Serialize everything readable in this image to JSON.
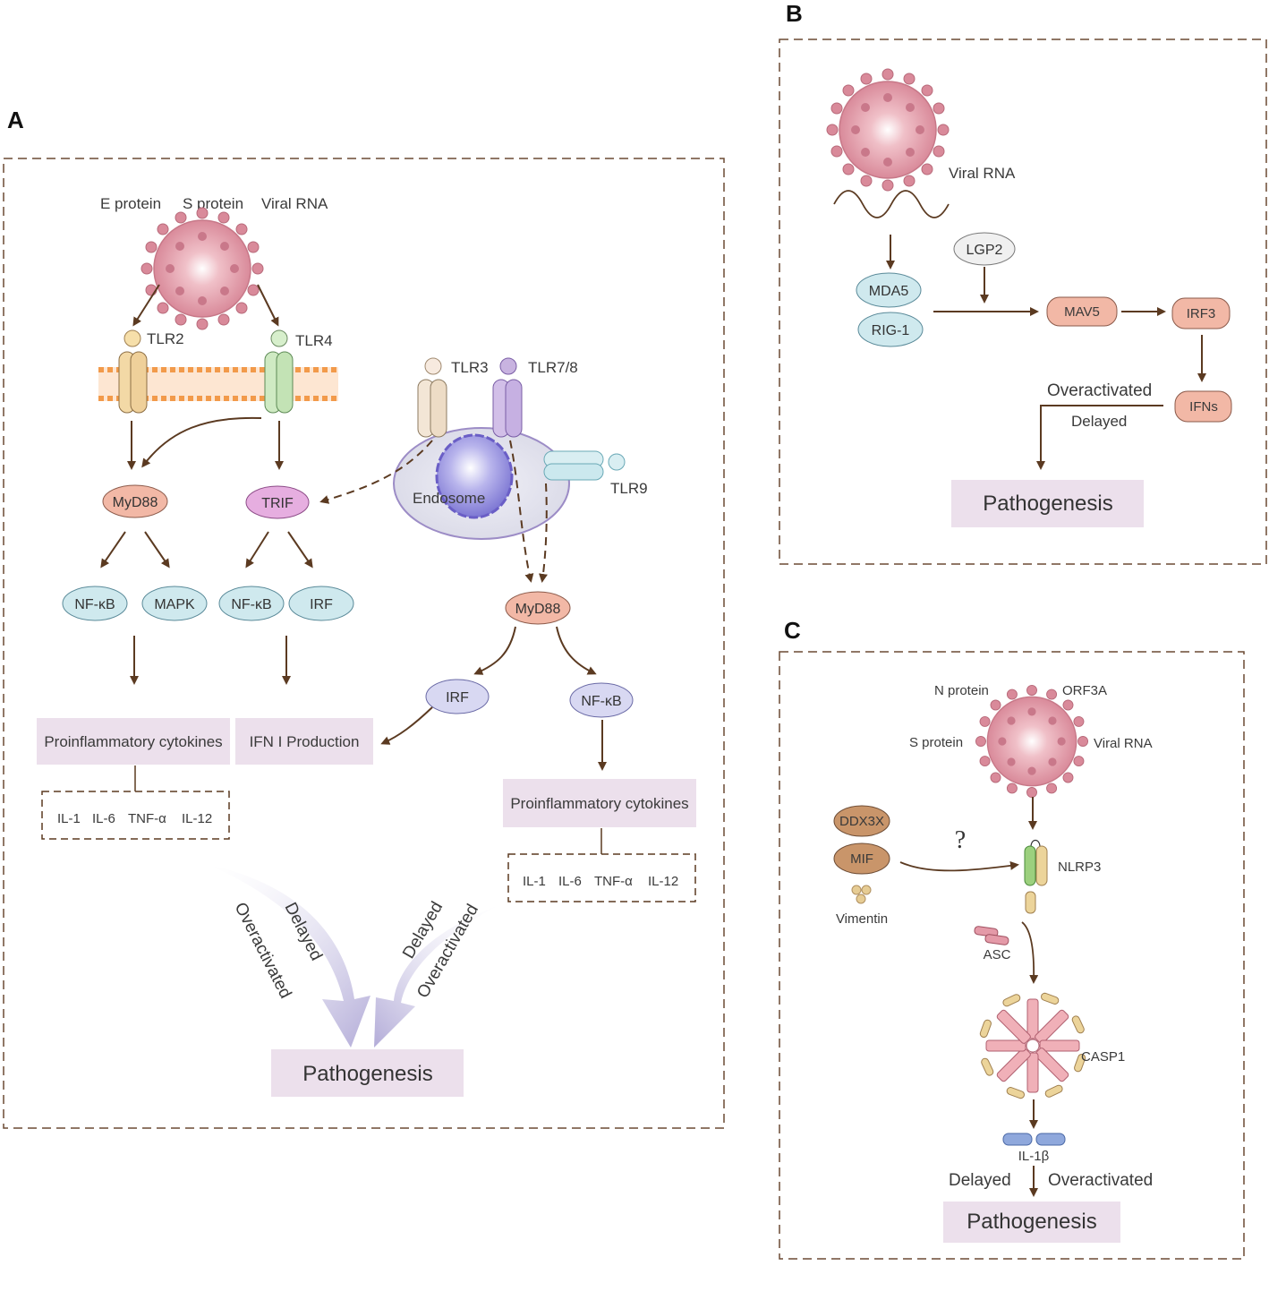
{
  "panels": {
    "a": {
      "letter": "A",
      "ligands": {
        "e_protein": "E protein",
        "s_protein": "S protein",
        "viral_rna": "Viral  RNA"
      },
      "receptors": {
        "tlr2": "TLR2",
        "tlr4": "TLR4",
        "tlr3": "TLR3",
        "tlr78": "TLR7/8",
        "tlr9": "TLR9"
      },
      "endosome": "Endosome",
      "nodes": {
        "myd88_left": "MyD88",
        "trif": "TRIF",
        "myd88_right": "MyD88",
        "nfkb_1": "NF-κB",
        "mapk": "MAPK",
        "nfkb_2": "NF-κB",
        "irf_1": "IRF",
        "irf_2": "IRF",
        "nfkb_3": "NF-κB"
      },
      "boxes": {
        "proinflammatory_left": "Proinflammatory cytokines",
        "ifn_production": "IFN I Production",
        "proinflammatory_right": "Proinflammatory cytokines"
      },
      "cytokines_left": [
        "IL-1",
        "IL-6",
        "TNF-α",
        "IL-12"
      ],
      "cytokines_right": [
        "IL-1",
        "IL-6",
        "TNF-α",
        "IL-12"
      ],
      "arrow_labels": {
        "delayed_left": "Delayed",
        "overactivated_left": "Overactivated",
        "delayed_right": "Delayed",
        "overactivated_right": "Overactivated"
      },
      "pathogenesis": "Pathogenesis"
    },
    "b": {
      "letter": "B",
      "viral_rna": "Viral  RNA",
      "nodes": {
        "lgp2": "LGP2",
        "mda5": "MDA5",
        "rig1": "RIG-1",
        "mav5": "MAV5",
        "irf3": "IRF3",
        "ifns": "IFNs"
      },
      "overactivated": "Overactivated",
      "delayed": "Delayed",
      "pathogenesis": "Pathogenesis"
    },
    "c": {
      "letter": "C",
      "ligands": {
        "n_protein": "N protein",
        "orf3a": "ORF3A",
        "s_protein": "S protein",
        "viral_rna": "Viral  RNA"
      },
      "nodes": {
        "ddx3x": "DDX3X",
        "mif": "MIF",
        "vimentin": "Vimentin",
        "question": "?",
        "nlrp3": "NLRP3",
        "asc": "ASC",
        "casp1": "CASP1",
        "il1b": "IL-1β"
      },
      "delayed": "Delayed",
      "overactivated": "Overactivated",
      "pathogenesis": "Pathogenesis"
    }
  },
  "colors": {
    "arrow": "#5b3a21",
    "virus": "#d98a9a",
    "pathogenesis_bg": "#ece0ec",
    "dashed_border": "#6b4a33"
  }
}
